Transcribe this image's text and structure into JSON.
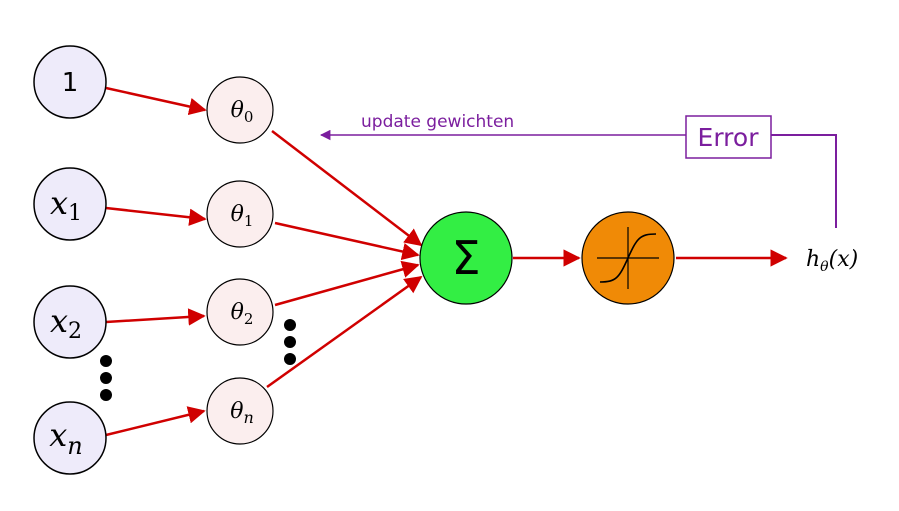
{
  "inputs": {
    "bias": "1",
    "x1": {
      "base": "x",
      "sub": "1"
    },
    "x2": {
      "base": "x",
      "sub": "2"
    },
    "xn": {
      "base": "x",
      "sub": "n"
    }
  },
  "weights": {
    "w0": {
      "base": "θ",
      "sub": "0"
    },
    "w1": {
      "base": "θ",
      "sub": "1"
    },
    "w2": {
      "base": "θ",
      "sub": "2"
    },
    "wn": {
      "base": "θ",
      "sub": "n"
    }
  },
  "sum_symbol": "Σ",
  "output": {
    "h": "h",
    "sub": "θ",
    "rest": "(x)"
  },
  "feedback": {
    "update_label": "update gewichten",
    "error_label": "Error"
  },
  "colors": {
    "input_fill": "#EEEBFA",
    "weight_fill": "#FBEEEE",
    "sum_fill": "#33EE44",
    "activation_fill": "#F08A06",
    "edge": "#D00000",
    "feedback": "#7B1E9E"
  }
}
